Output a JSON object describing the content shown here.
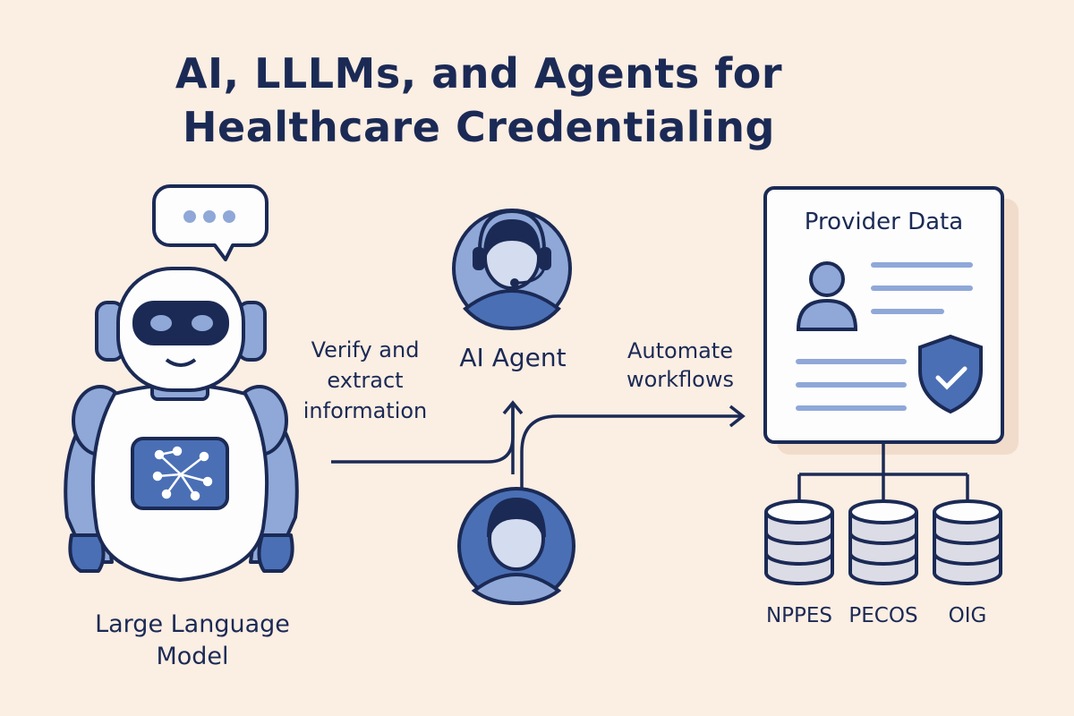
{
  "title": {
    "line1": "AI, LLLMs, and Agents for",
    "line2": "Healthcare Credentialing"
  },
  "llm": {
    "label_line1": "Large Language",
    "label_line2": "Model"
  },
  "edges": {
    "verify_line1": "Verify and",
    "verify_line2": "extract",
    "verify_line3": "information",
    "automate_line1": "Automate",
    "automate_line2": "workflows"
  },
  "agent": {
    "label": "AI Agent"
  },
  "provider": {
    "title": "Provider Data"
  },
  "databases": [
    "NPPES",
    "PECOS",
    "OIG"
  ],
  "colors": {
    "background": "#fbeee3",
    "navy": "#1b2a55",
    "blue": "#4a6fb5",
    "light_blue": "#8fa8d8",
    "white": "#fdfdfd",
    "gray": "#dcdce6"
  }
}
